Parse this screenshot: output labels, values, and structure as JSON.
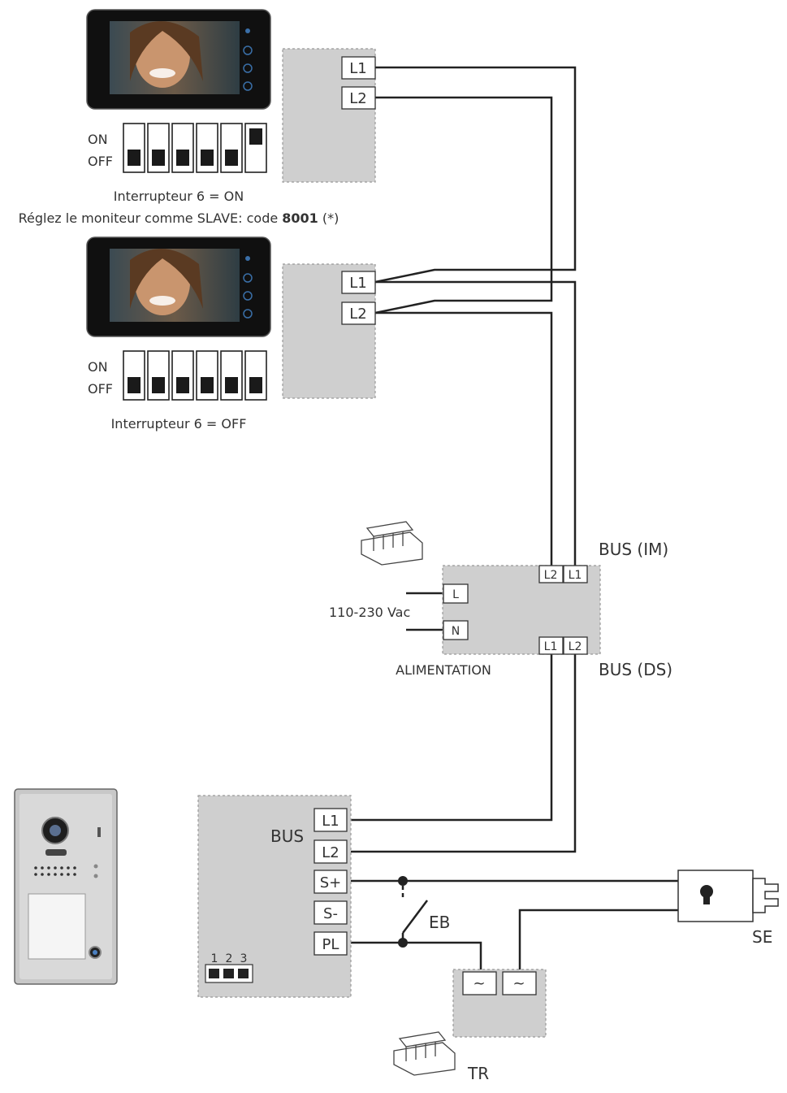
{
  "monitor1": {
    "dip_on_label": "ON",
    "dip_off_label": "OFF",
    "switch_states": [
      "off",
      "off",
      "off",
      "off",
      "off",
      "on"
    ],
    "caption1": "Interrupteur 6 = ON",
    "caption2_pre": "Réglez le moniteur comme SLAVE: code ",
    "caption2_code": "8001",
    "caption2_post": " (*)",
    "terminals": [
      "L1",
      "L2"
    ]
  },
  "monitor2": {
    "dip_on_label": "ON",
    "dip_off_label": "OFF",
    "switch_states": [
      "off",
      "off",
      "off",
      "off",
      "off",
      "off"
    ],
    "caption1": "Interrupteur 6 = OFF",
    "terminals": [
      "L1",
      "L2"
    ]
  },
  "power_supply": {
    "bus_im_label": "BUS (IM)",
    "bus_ds_label": "BUS (DS)",
    "voltage_label": "110-230 Vac",
    "name_label": "ALIMENTATION",
    "in_terminals": [
      "L",
      "N"
    ],
    "top_terminals": [
      "L2",
      "L1"
    ],
    "bottom_terminals": [
      "L1",
      "L2"
    ]
  },
  "door_station": {
    "bus_label": "BUS",
    "terminals": [
      "L1",
      "L2",
      "S+",
      "S-",
      "PL"
    ],
    "dip_numbers": [
      "1",
      "2",
      "3"
    ]
  },
  "button_label": "EB",
  "lock_label": "SE",
  "transformer": {
    "label": "TR",
    "terminals": [
      "~",
      "~"
    ]
  }
}
